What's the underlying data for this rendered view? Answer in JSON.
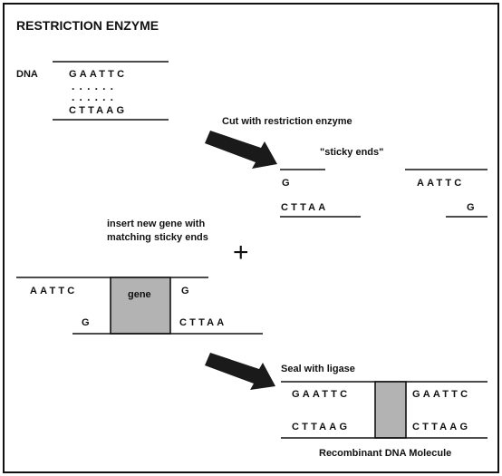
{
  "title": "RESTRICTION ENZYME",
  "dna": {
    "label": "DNA",
    "top_strand": "GAATTC",
    "bottom_strand": "CTTAAG",
    "dots": "......"
  },
  "step1": {
    "caption": "Cut with restriction enzyme",
    "sticky_label": "\"sticky ends\"",
    "left_top": "G",
    "left_bottom": "CTTAA",
    "right_top": "AATTC",
    "right_bottom": "G"
  },
  "step2": {
    "caption_line1": "insert new gene with",
    "caption_line2": "matching sticky ends",
    "plus": "+",
    "left_top": "AATTC",
    "left_bottom": "G",
    "gene_label": "gene",
    "right_top": "G",
    "right_bottom": "CTTAA"
  },
  "step3": {
    "caption": "Seal with ligase",
    "left_top": "GAATTC",
    "left_bottom": "CTTAAG",
    "right_top": "GAATTC",
    "right_bottom": "CTTAAG",
    "footer": "Recombinant DNA Molecule"
  },
  "colors": {
    "gene_fill": "#b3b3b3",
    "line": "#111111",
    "arrow": "#1a1a1a"
  }
}
